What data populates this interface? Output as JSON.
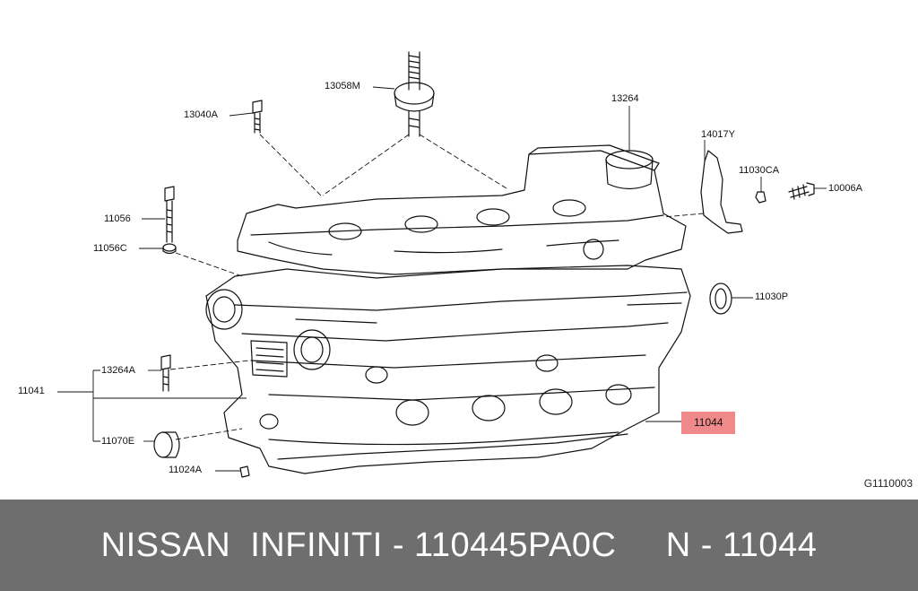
{
  "callouts": {
    "p13058M": "13058M",
    "p13040A": "13040A",
    "p13264": "13264",
    "p14017Y": "14017Y",
    "p11030CA": "11030CA",
    "p10006A": "10006A",
    "p11056": "11056",
    "p11056C": "11056C",
    "p11030P": "11030P",
    "p13264A": "13264A",
    "p11041": "11041",
    "p11044": "11044",
    "p11070E": "11070E",
    "p11024A": "11024A"
  },
  "drawing_id": "G1110003",
  "footer": {
    "text": "NISSAN  INFINITI - 110445PA0C     N - 11044"
  },
  "colors": {
    "highlight": "#f08a8a",
    "footer_bg": "#6e6e6e",
    "footer_text": "#ffffff"
  }
}
